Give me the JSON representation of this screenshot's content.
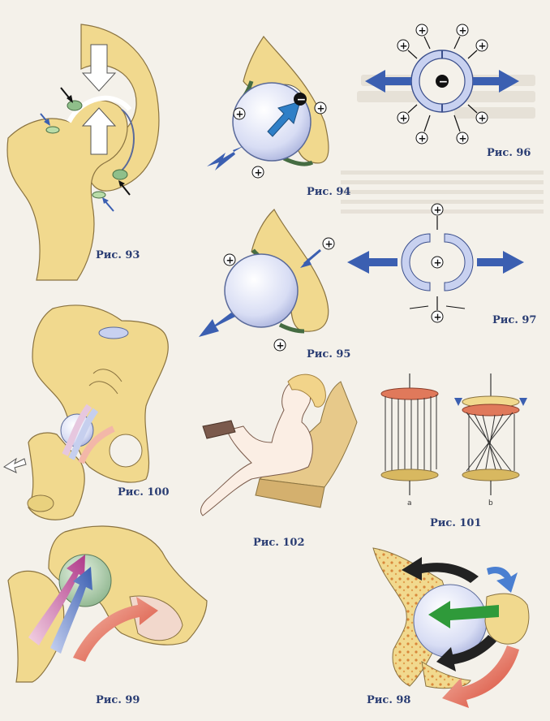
{
  "captions": {
    "fig93": "Рис. 93",
    "fig94": "Рис. 94",
    "fig95": "Рис. 95",
    "fig96": "Рис. 96",
    "fig97": "Рис. 97",
    "fig98": "Рис. 98",
    "fig99": "Рис. 99",
    "fig100": "Рис. 100",
    "fig101": "Рис. 101",
    "fig102": "Рис. 102"
  },
  "fig101_labels": {
    "a": "a",
    "b": "b"
  },
  "symbols": {
    "plus": "+",
    "minus": "−"
  },
  "colors": {
    "bone": "#f1d98e",
    "bone_edge": "#8a7340",
    "ball": "#dfe4f7",
    "arrow_blue": "#3b5fb1",
    "cartilage_green": "#8fbf8a",
    "caption": "#2a3d73",
    "red_disc": "#e0795b",
    "arrow_green": "#2f9a3a"
  }
}
